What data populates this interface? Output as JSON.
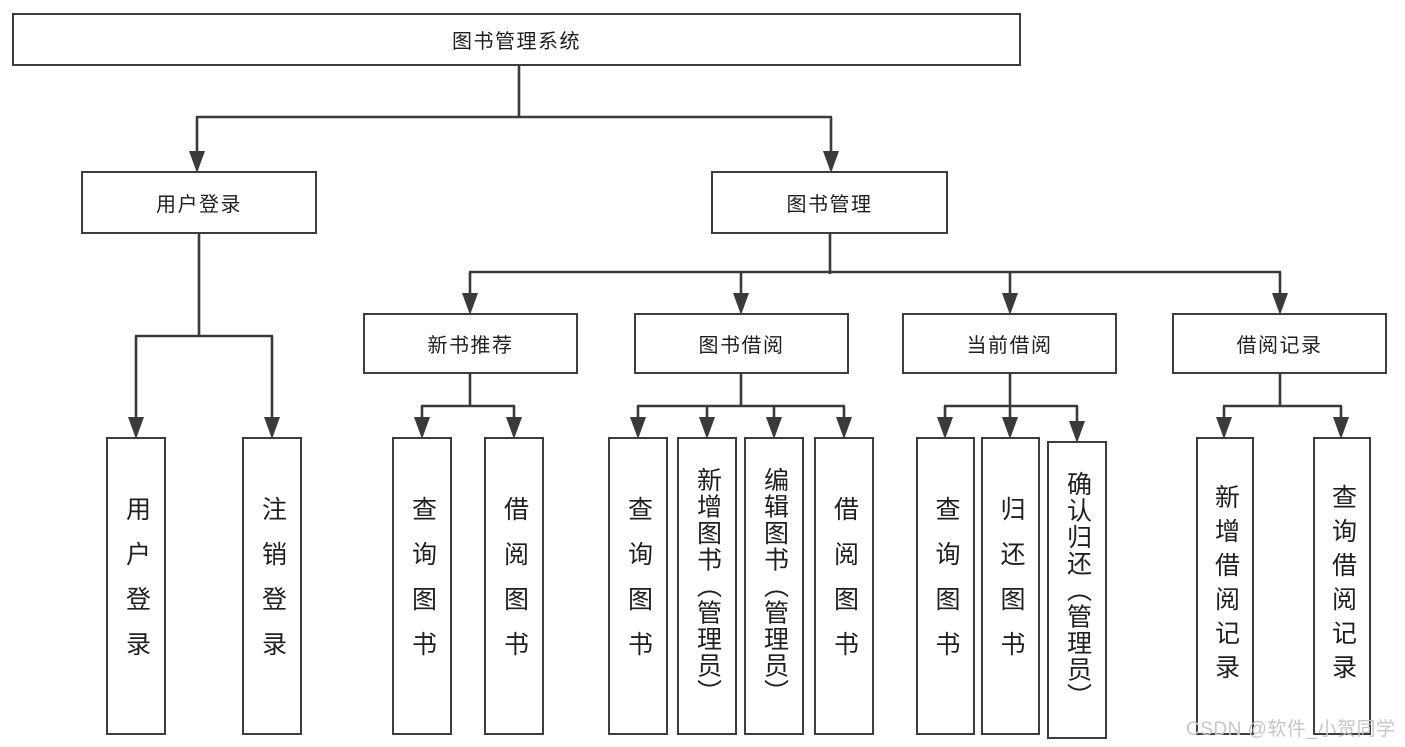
{
  "diagram": {
    "root": {
      "label": "图书管理系统"
    },
    "user_login": {
      "label": "用户登录",
      "children": [
        {
          "label": "用户登录"
        },
        {
          "label": "注销登录"
        }
      ]
    },
    "book_management": {
      "label": "图书管理",
      "sections": [
        {
          "label": "新书推荐",
          "children": [
            {
              "label": "查询图书"
            },
            {
              "label": "借阅图书"
            }
          ]
        },
        {
          "label": "图书借阅",
          "children": [
            {
              "label": "查询图书"
            },
            {
              "label": "新增图书（管理员）"
            },
            {
              "label": "编辑图书（管理员）"
            },
            {
              "label": "借阅图书"
            }
          ]
        },
        {
          "label": "当前借阅",
          "children": [
            {
              "label": "查询图书"
            },
            {
              "label": "归还图书"
            },
            {
              "label": "确认归还（管理员）"
            }
          ]
        },
        {
          "label": "借阅记录",
          "children": [
            {
              "label": "新增借阅记录"
            },
            {
              "label": "查询借阅记录"
            }
          ]
        }
      ]
    }
  },
  "watermark": {
    "text": "CSDN @软件_小贺同学"
  },
  "colors": {
    "line": "#3a3a3a",
    "box_border": "#3d3d3d",
    "text": "#1f1f1f",
    "background": "#ffffff",
    "watermark": "#c6c6c6"
  }
}
